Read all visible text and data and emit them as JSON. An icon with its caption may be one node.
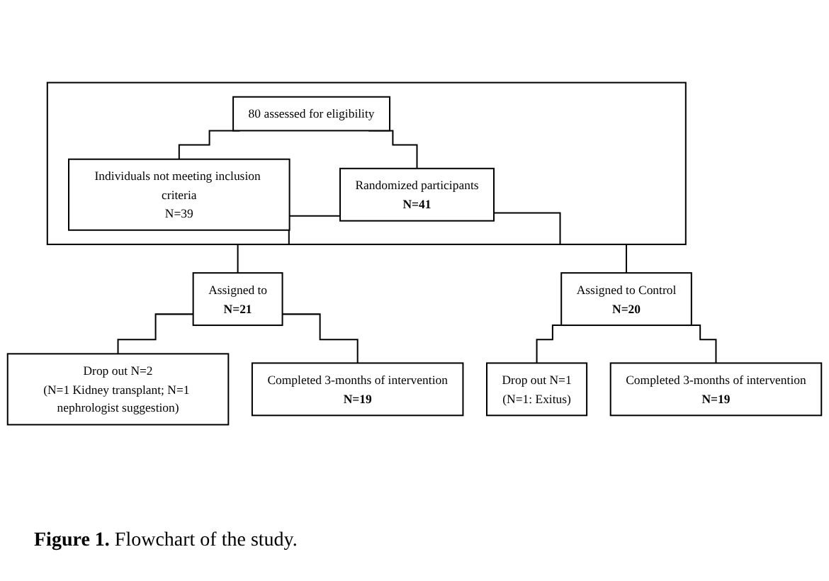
{
  "diagram": {
    "caption": "**Figure 1.** Flowchart of the study.",
    "nodes": [
      {
        "text": [],
        "shape": "box"
      },
      {
        "text": [
          "80 assessed for eligibility"
        ],
        "in": 0
      },
      {
        "text": [
          "Individuals not meeting inclusion criteria",
          "N=39"
        ],
        "in": 0
      },
      {
        "text": [
          "Randomized participants",
          "N=41"
        ],
        "in": 0
      },
      {
        "text": [
          "Assigned to",
          "N=21"
        ]
      },
      {
        "text": [
          "Drop out N=2",
          "(N=1 Kidney transplant; N=1 nephrologist suggestion)"
        ]
      },
      {
        "text": [
          "Completed 3-months of intervention",
          "N=19"
        ]
      },
      {
        "text": [
          "Assigned to Control",
          "N=20"
        ]
      },
      {
        "text": [
          "Drop out N=1",
          "(N=1: Exitus)"
        ]
      },
      {
        "text": [
          "Completed 3-months of intervention",
          "N=19"
        ]
      }
    ],
    "edges": [
      {
        "from": 1,
        "to": 2,
        "arrow": "none"
      },
      {
        "from": 1,
        "to": 3,
        "arrow": "none"
      },
      {
        "from": 3,
        "to": 4,
        "arrow": "none"
      },
      {
        "from": 3,
        "to": 7,
        "arrow": "none"
      },
      {
        "from": 4,
        "to": 5,
        "arrow": "none"
      },
      {
        "from": 4,
        "to": 6,
        "arrow": "none"
      },
      {
        "from": 7,
        "to": 8,
        "arrow": "none"
      },
      {
        "from": 7,
        "to": 9,
        "arrow": "none"
      }
    ]
  }
}
